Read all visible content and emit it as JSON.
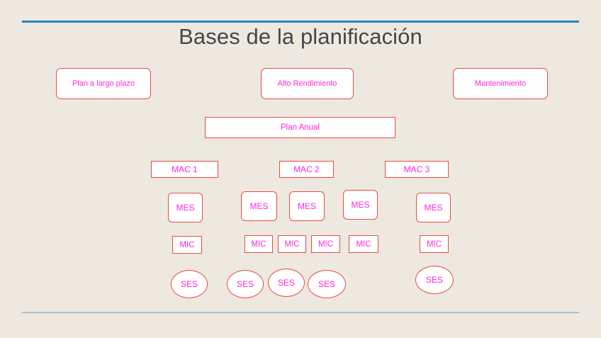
{
  "slide": {
    "title": "Bases de la planificación",
    "background_color": "#EDE9E0",
    "title_color": "#46464A",
    "accent_line_top_color": "#2383C4",
    "accent_line_bottom_color": "#A9C0CB",
    "node_border_color": "#EC4A43",
    "node_fill_color": "#FFFFFF",
    "node_text_color": "#FF27E0"
  },
  "top_row": [
    {
      "label": "Plan a largo plazo",
      "shape": "rounded-rectangle"
    },
    {
      "label": "Alto Rendimiento",
      "shape": "rounded-rectangle"
    },
    {
      "label": "Mantenimiento",
      "shape": "rounded-rectangle"
    }
  ],
  "plan_anual": {
    "label": "Plan Anual",
    "shape": "rectangle"
  },
  "mac_row": [
    {
      "label": "MAC 1",
      "shape": "rectangle"
    },
    {
      "label": "MAC 2",
      "shape": "rectangle"
    },
    {
      "label": "MAC 3",
      "shape": "rectangle"
    }
  ],
  "mes_row": [
    {
      "label": "MES",
      "shape": "rounded-rectangle"
    },
    {
      "label": "MES",
      "shape": "rounded-rectangle"
    },
    {
      "label": "MES",
      "shape": "rounded-rectangle"
    },
    {
      "label": "MES",
      "shape": "rounded-rectangle"
    },
    {
      "label": "MES",
      "shape": "rounded-rectangle"
    }
  ],
  "mic_row": [
    {
      "label": "MIC",
      "shape": "rectangle"
    },
    {
      "label": "MIC",
      "shape": "rectangle"
    },
    {
      "label": "MIC",
      "shape": "rectangle"
    },
    {
      "label": "MIC",
      "shape": "rectangle"
    },
    {
      "label": "MIC",
      "shape": "rectangle"
    },
    {
      "label": "MIC",
      "shape": "rectangle"
    }
  ],
  "ses_row": [
    {
      "label": "SES",
      "shape": "ellipse"
    },
    {
      "label": "SES",
      "shape": "ellipse"
    },
    {
      "label": "SES",
      "shape": "ellipse"
    },
    {
      "label": "SES",
      "shape": "ellipse"
    },
    {
      "label": "SES",
      "shape": "ellipse"
    }
  ]
}
